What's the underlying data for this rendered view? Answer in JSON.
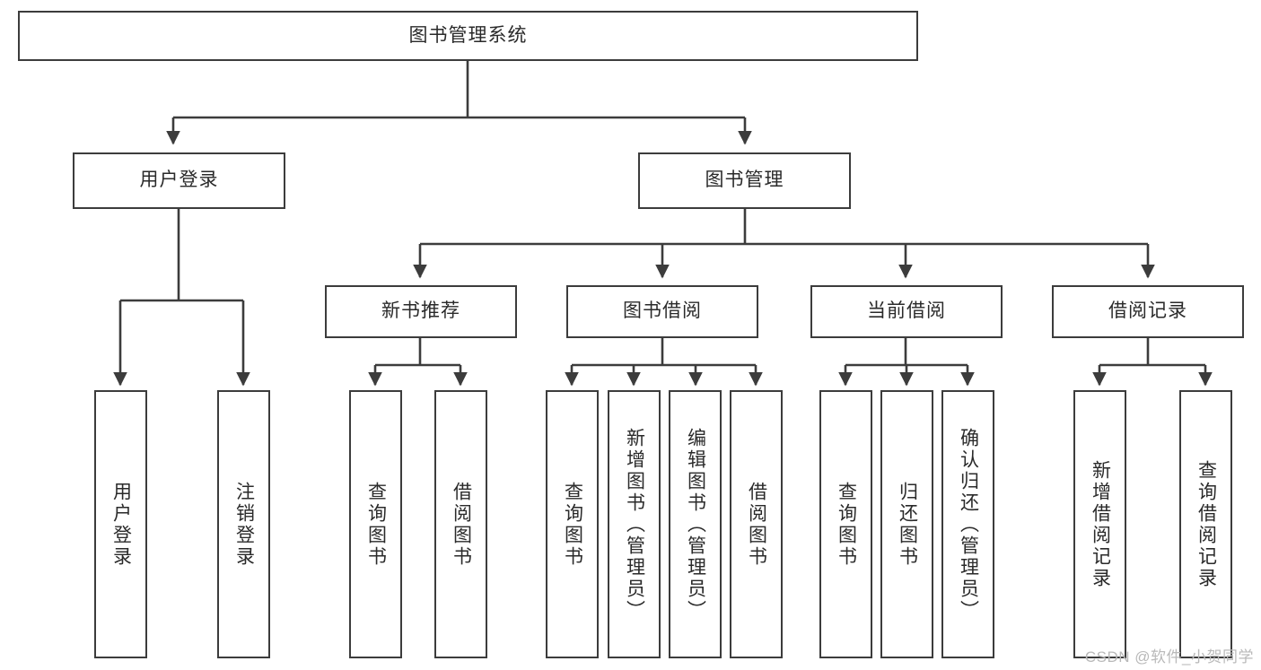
{
  "diagram": {
    "type": "tree-hierarchy",
    "title": "图书管理系统",
    "orientation": "top-down",
    "colors": {
      "background": "#ffffff",
      "box_border": "#3c3c3c",
      "box_fill": "#ffffff",
      "edge": "#3c3c3c",
      "text": "#2a2a2a",
      "watermark": "#b9b9b9"
    },
    "root": {
      "label": "图书管理系统"
    },
    "level2": [
      {
        "label": "用户登录"
      },
      {
        "label": "图书管理"
      }
    ],
    "level3": [
      {
        "label": "新书推荐"
      },
      {
        "label": "图书借阅"
      },
      {
        "label": "当前借阅"
      },
      {
        "label": "借阅记录"
      }
    ],
    "leaves": {
      "user_login": [
        {
          "label": "用户登录"
        },
        {
          "label": "注销登录"
        }
      ],
      "new_book_recommend": [
        {
          "label": "查询图书"
        },
        {
          "label": "借阅图书"
        }
      ],
      "book_borrow": [
        {
          "label": "查询图书"
        },
        {
          "label": "新增图书（管理员）"
        },
        {
          "label": "编辑图书（管理员）"
        },
        {
          "label": "借阅图书"
        }
      ],
      "current_borrow": [
        {
          "label": "查询图书"
        },
        {
          "label": "归还图书"
        },
        {
          "label": "确认归还（管理员）"
        }
      ],
      "borrow_record": [
        {
          "label": "新增借阅记录"
        },
        {
          "label": "查询借阅记录"
        }
      ]
    },
    "watermark": "CSDN @软件_小贺同学"
  }
}
